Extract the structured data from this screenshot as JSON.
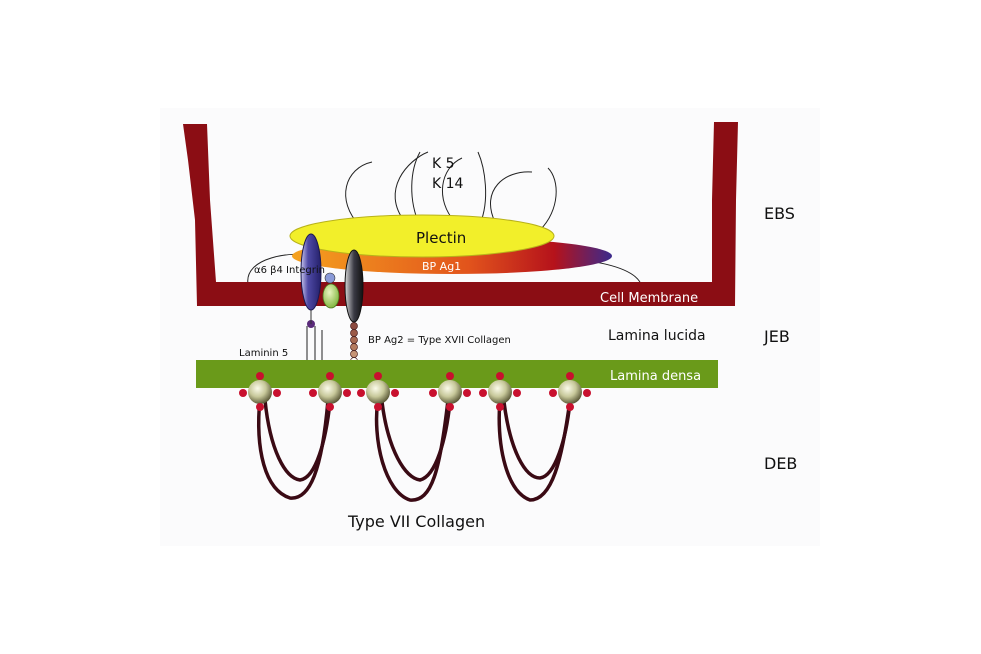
{
  "labels": {
    "k5": "K 5",
    "k14": "K 14",
    "plectin": "Plectin",
    "bp_ag1": "BP Ag1",
    "integrin": "α6 β4 Integrin",
    "cell_membrane": "Cell Membrane",
    "laminin5": "Laminin 5",
    "bp_ag2": "BP Ag2 = Type XVII Collagen",
    "lamina_lucida": "Lamina lucida",
    "lamina_densa": "Lamina densa",
    "type7": "Type VII Collagen"
  },
  "zones": {
    "ebs": "EBS",
    "jeb": "JEB",
    "deb": "DEB"
  },
  "colors": {
    "membrane": "#8b0d14",
    "lamina_densa": "#6a9a1a",
    "plectin": "#f2ef2a",
    "bp_ag1_start": "#f5a21f",
    "bp_ag1_mid": "#c4161c",
    "bp_ag1_end": "#3b2a8c",
    "collagen_vii_fibril": "#3a0a14",
    "bead_red": "#c8102e"
  },
  "anchors_count": 6
}
